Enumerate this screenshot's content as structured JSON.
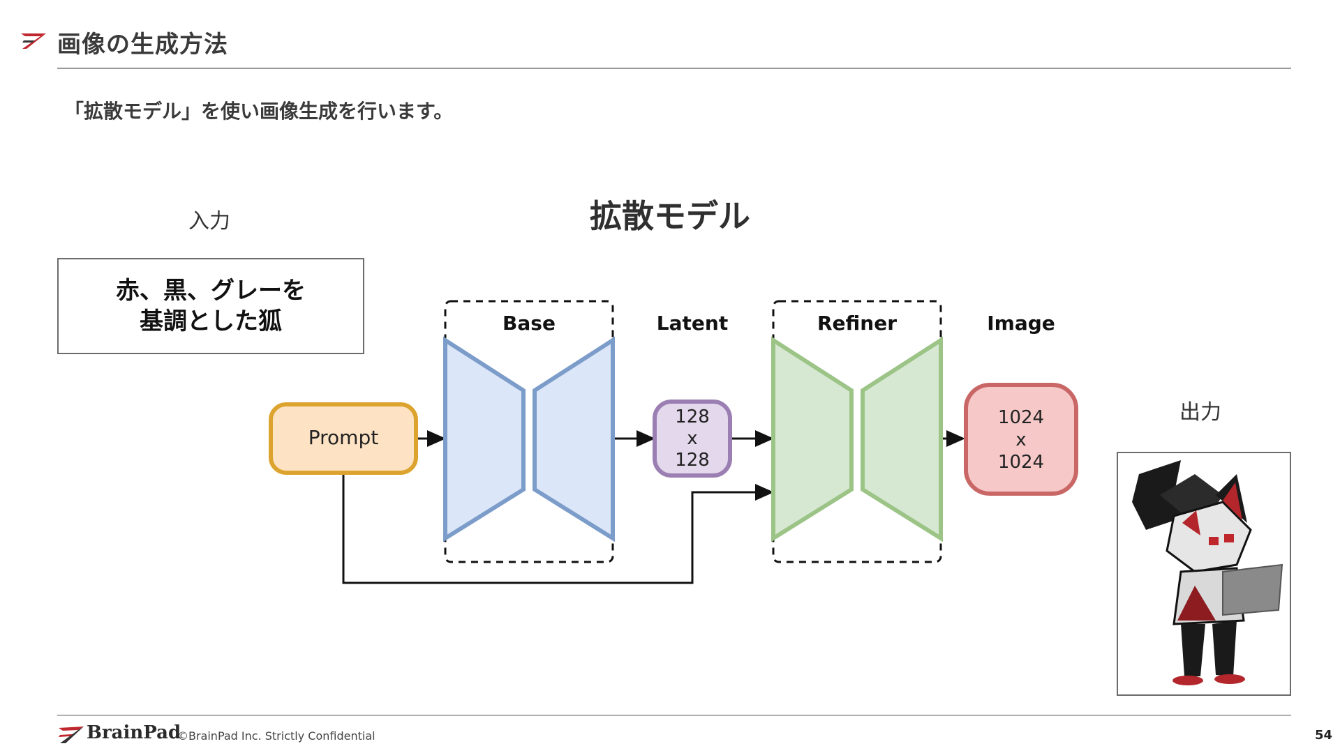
{
  "header": {
    "title": "画像の生成方法",
    "logo_icon": "brainpad-mark-icon"
  },
  "subtitle": "「拡散モデル」を使い画像生成を行います。",
  "labels": {
    "input": "入力",
    "output": "出力",
    "model_title": "拡散モデル"
  },
  "prompt_text": "赤、黒、グレーを\n基調とした狐",
  "diagram": {
    "prompt": "Prompt",
    "base": "Base",
    "latent": "Latent",
    "latent_size": [
      "128",
      "x",
      "128"
    ],
    "refiner": "Refiner",
    "image": "Image",
    "image_size": [
      "1024",
      "x",
      "1024"
    ]
  },
  "colors": {
    "accent": "#c0272d",
    "prompt_fill": "#fde3c4",
    "prompt_stroke": "#dca42f",
    "base_fill": "#dbe6f8",
    "base_stroke": "#7c9cc9",
    "latent_fill": "#e4d8ec",
    "latent_stroke": "#9b7fb2",
    "refiner_fill": "#d6e8d2",
    "refiner_stroke": "#9bc486",
    "image_fill": "#f6c9c8",
    "image_stroke": "#c96666"
  },
  "output_image_icon": "fox-character-illustration",
  "footer": {
    "brand": "BrainPad",
    "copyright": "©BrainPad Inc.  Strictly Confidential",
    "page_number": "54"
  }
}
